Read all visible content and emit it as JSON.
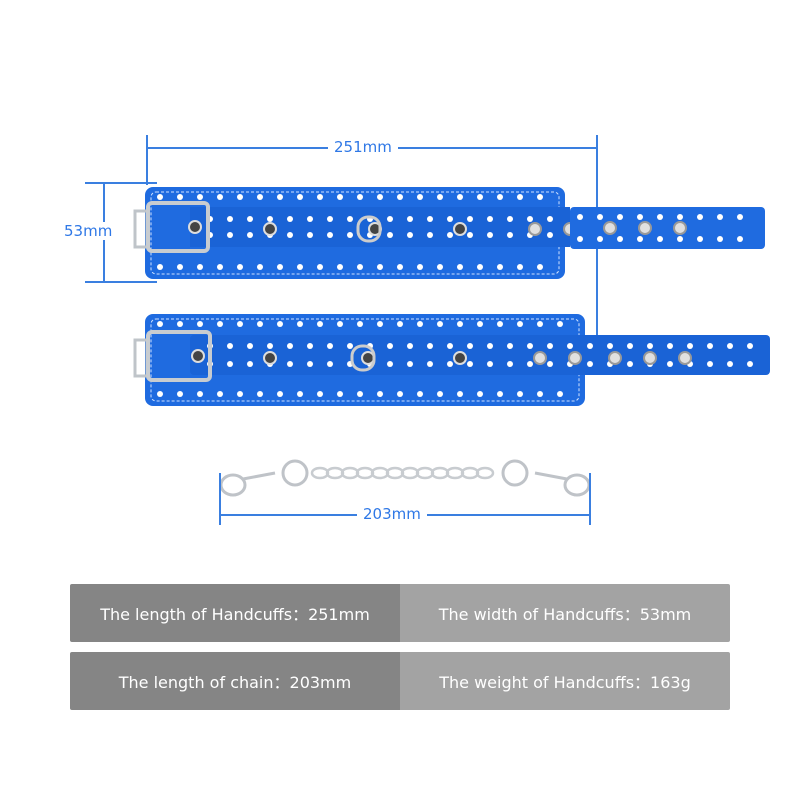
{
  "dimensions": {
    "cuff_length": "251mm",
    "cuff_width": "53mm",
    "chain_length": "203mm"
  },
  "colors": {
    "cuff_blue": "#1f6be0",
    "dim_line": "#3a7fe0",
    "spec_left_bg": "#858585",
    "spec_right_bg": "#a3a3a3"
  },
  "specs": {
    "row1": {
      "left": "The length of Handcuffs：251mm",
      "right": "The width of Handcuffs：53mm"
    },
    "row2": {
      "left": "The length of chain：203mm",
      "right": "The weight of Handcuffs：163g"
    }
  }
}
